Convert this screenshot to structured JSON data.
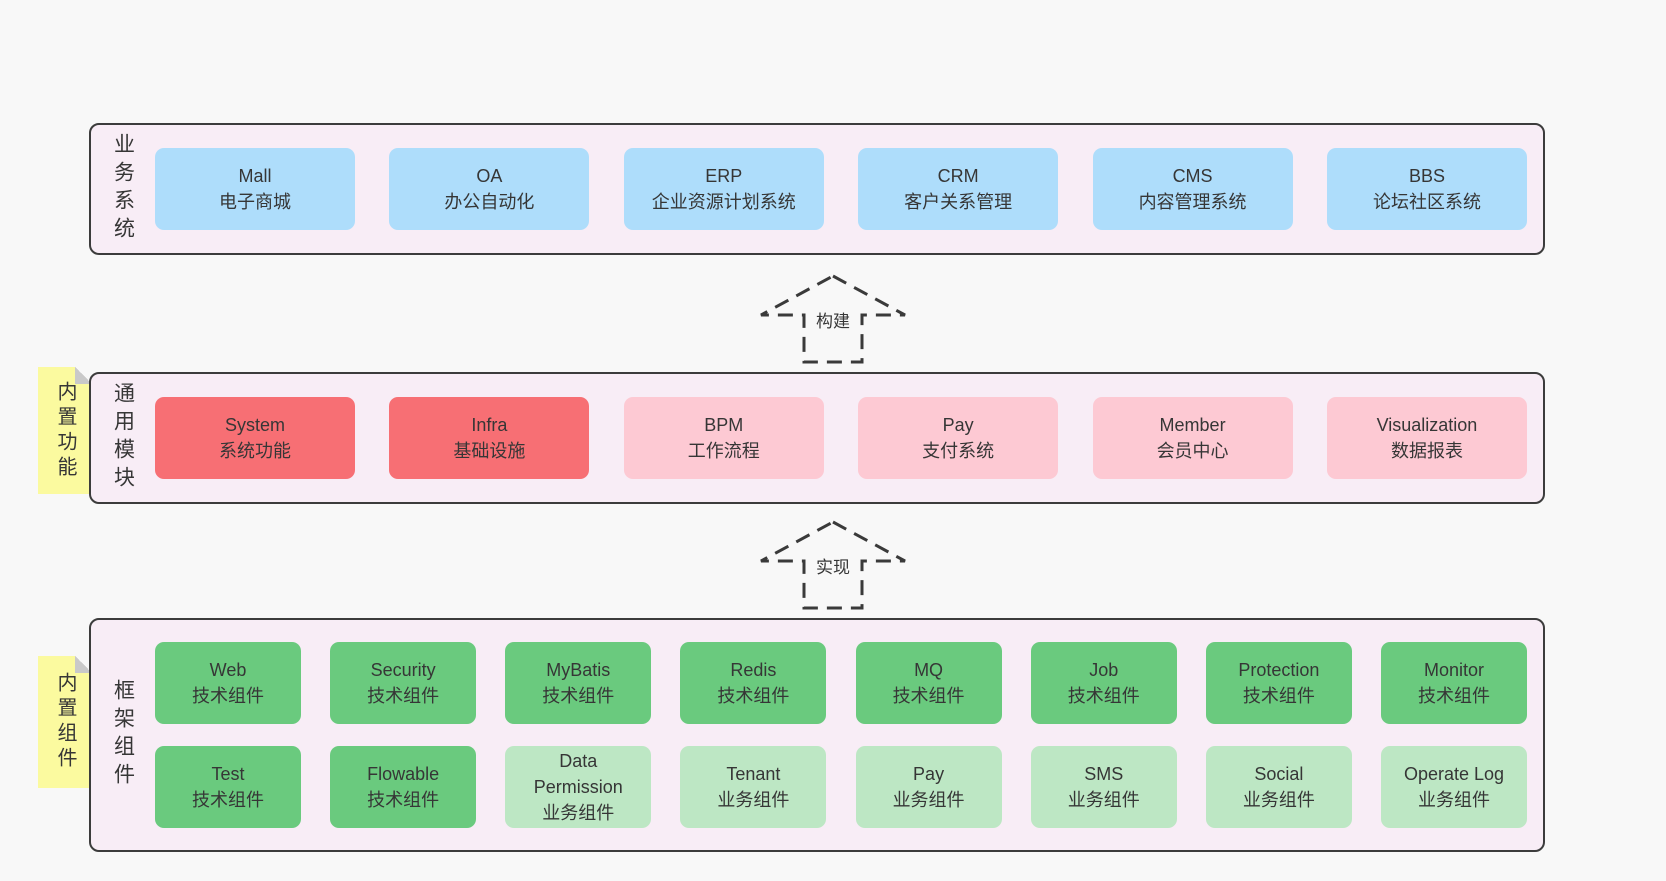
{
  "colors": {
    "page_bg": "#f8f8f8",
    "panel_bg": "#f8edf6",
    "panel_border": "#3c3c3c",
    "text": "#363636",
    "blue": "#aeddfb",
    "red": "#f76f74",
    "pink": "#fdc9d3",
    "green": "#6aca7e",
    "light_green": "#bde7c4",
    "note_yellow": "#fbfa9f",
    "note_fold": "#c9c9c9"
  },
  "arrows": [
    {
      "label": "构建"
    },
    {
      "label": "实现"
    }
  ],
  "sections": [
    {
      "side_label": "业务系统",
      "boxes_rows": [
        [
          {
            "en": "Mall",
            "zh": "电子商城",
            "type": "blue"
          },
          {
            "en": "OA",
            "zh": "办公自动化",
            "type": "blue"
          },
          {
            "en": "ERP",
            "zh": "企业资源计划系统",
            "type": "blue"
          },
          {
            "en": "CRM",
            "zh": "客户关系管理",
            "type": "blue"
          },
          {
            "en": "CMS",
            "zh": "内容管理系统",
            "type": "blue"
          },
          {
            "en": "BBS",
            "zh": "论坛社区系统",
            "type": "blue"
          }
        ]
      ]
    },
    {
      "side_label": "通用模块",
      "sticky_note": "内置功能",
      "boxes_rows": [
        [
          {
            "en": "System",
            "zh": "系统功能",
            "type": "red"
          },
          {
            "en": "Infra",
            "zh": "基础设施",
            "type": "red"
          },
          {
            "en": "BPM",
            "zh": "工作流程",
            "type": "pink"
          },
          {
            "en": "Pay",
            "zh": "支付系统",
            "type": "pink"
          },
          {
            "en": "Member",
            "zh": "会员中心",
            "type": "pink"
          },
          {
            "en": "Visualization",
            "zh": "数据报表",
            "type": "pink"
          }
        ]
      ]
    },
    {
      "side_label": "框架组件",
      "sticky_note": "内置组件",
      "boxes_rows": [
        [
          {
            "en": "Web",
            "zh": "技术组件",
            "type": "green"
          },
          {
            "en": "Security",
            "zh": "技术组件",
            "type": "green"
          },
          {
            "en": "MyBatis",
            "zh": "技术组件",
            "type": "green"
          },
          {
            "en": "Redis",
            "zh": "技术组件",
            "type": "green"
          },
          {
            "en": "MQ",
            "zh": "技术组件",
            "type": "green"
          },
          {
            "en": "Job",
            "zh": "技术组件",
            "type": "green"
          },
          {
            "en": "Protection",
            "zh": "技术组件",
            "type": "green"
          },
          {
            "en": "Monitor",
            "zh": "技术组件",
            "type": "green"
          }
        ],
        [
          {
            "en": "Test",
            "zh": "技术组件",
            "type": "green"
          },
          {
            "en": "Flowable",
            "zh": "技术组件",
            "type": "green"
          },
          {
            "en": "Data Permission",
            "zh": "业务组件",
            "type": "light_green"
          },
          {
            "en": "Tenant",
            "zh": "业务组件",
            "type": "light_green"
          },
          {
            "en": "Pay",
            "zh": "业务组件",
            "type": "light_green"
          },
          {
            "en": "SMS",
            "zh": "业务组件",
            "type": "light_green"
          },
          {
            "en": "Social",
            "zh": "业务组件",
            "type": "light_green"
          },
          {
            "en": "Operate Log",
            "zh": "业务组件",
            "type": "light_green"
          }
        ]
      ]
    }
  ]
}
